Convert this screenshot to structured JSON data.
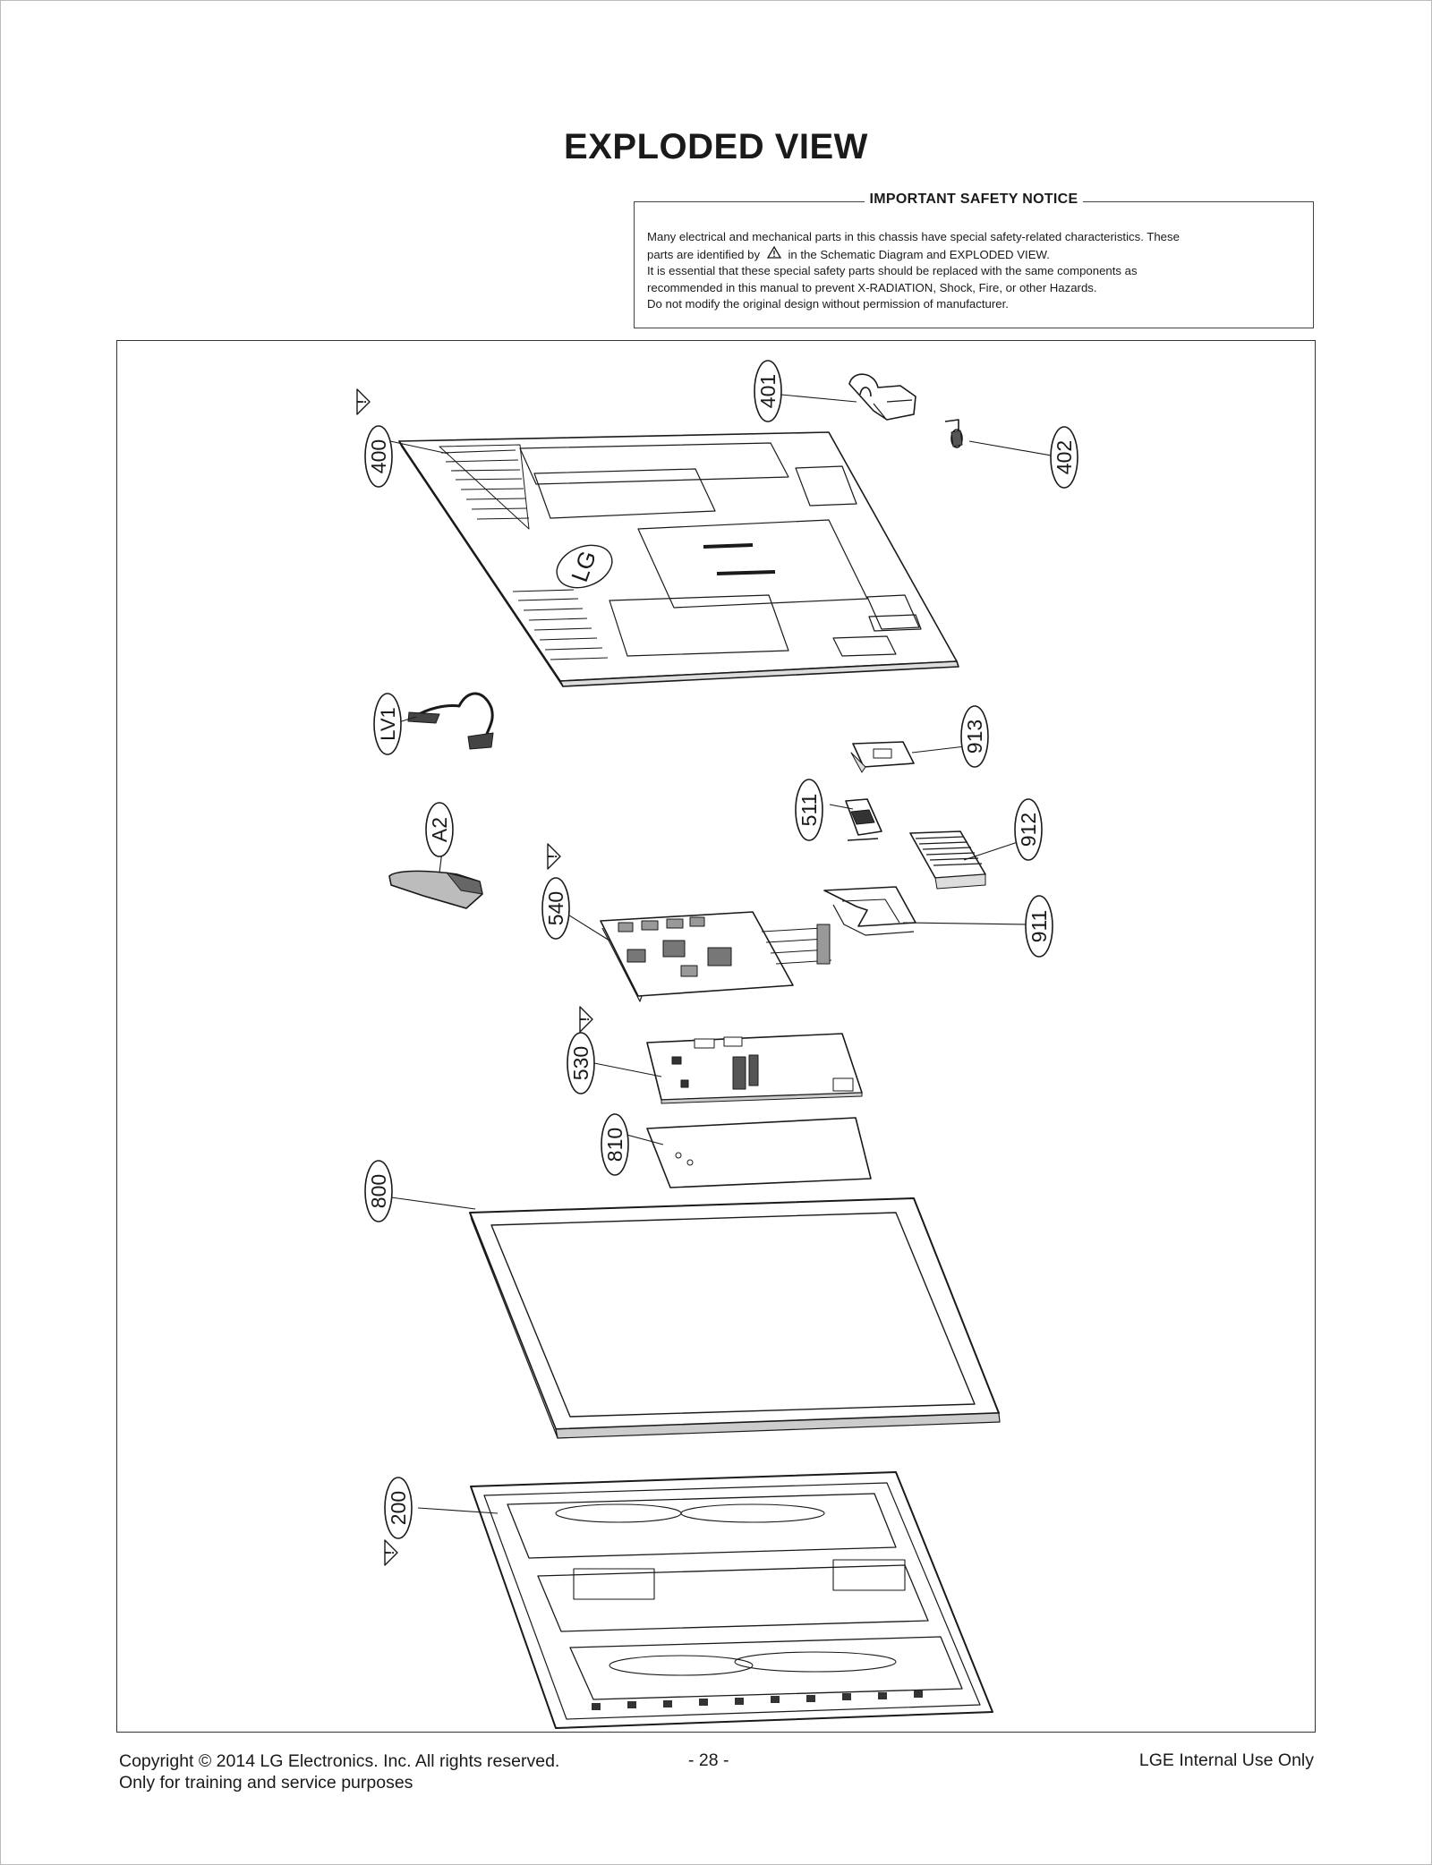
{
  "page": {
    "title": "EXPLODED VIEW"
  },
  "notice": {
    "title": "IMPORTANT SAFETY NOTICE",
    "line1": "Many electrical and mechanical parts in this chassis have special safety-related characteristics. These",
    "line2a": "parts are identified by",
    "line2_icon": "warning-triangle-icon",
    "line2b": "in the Schematic Diagram and EXPLODED VIEW.",
    "line3": "It is essential that these special safety parts should be replaced with the same components as",
    "line4": "recommended in this manual to prevent X-RADIATION, Shock, Fire, or other Hazards.",
    "line5": "Do not modify the original design without permission of manufacturer."
  },
  "diagram": {
    "parts": {
      "p400": "400",
      "p401": "401",
      "p402": "402",
      "lv1": "LV1",
      "p913": "913",
      "p511": "511",
      "a2": "A2",
      "p912": "912",
      "p540": "540",
      "p911": "911",
      "p530": "530",
      "p810": "810",
      "p800": "800",
      "p200": "200"
    },
    "logo_text": "LG",
    "warning_mark": "!",
    "safety_parts": [
      "400",
      "540",
      "530",
      "200"
    ]
  },
  "footer": {
    "copyright": "Copyright  © 2014  LG Electronics. Inc. All rights reserved.",
    "purpose": "Only for training and service purposes",
    "page_number": "- 28 -",
    "internal": "LGE Internal Use Only"
  },
  "colors": {
    "line": "#1a1a1a",
    "text": "#1a1a1a"
  }
}
